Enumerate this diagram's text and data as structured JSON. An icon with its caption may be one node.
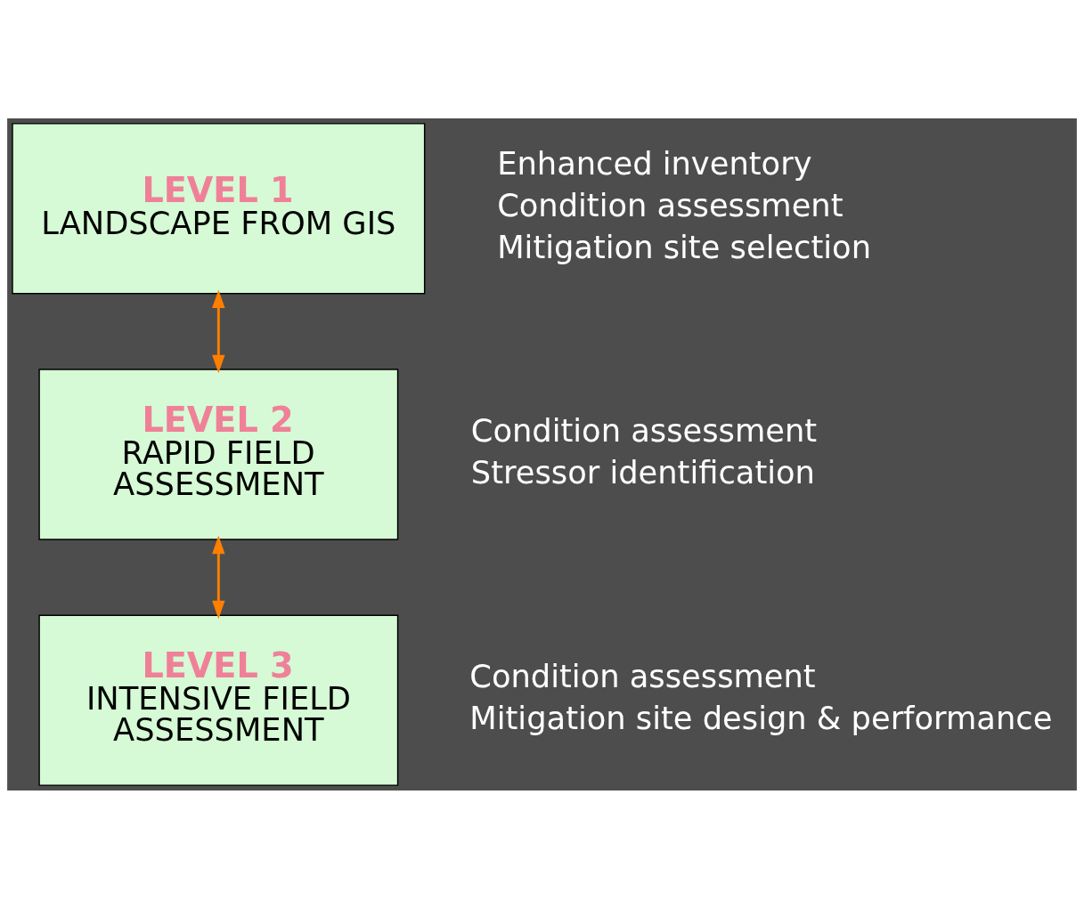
{
  "diagram": {
    "nodes": [
      {
        "text": [
          "LEVEL 1",
          "LANDSCAPE FROM GIS"
        ],
        "beside": [
          "Enhanced inventory",
          "Condition assessment",
          "Mitigation site selection"
        ]
      },
      {
        "text": [
          "LEVEL 2",
          "RAPID FIELD ASSESSMENT"
        ],
        "beside": [
          "Condition assessment",
          "Stressor identification"
        ]
      },
      {
        "text": [
          "LEVEL 3",
          "INTENSIVE FIELD ASSESSMENT"
        ],
        "beside": [
          "Condition assessment",
          "Mitigation site design & performance"
        ]
      }
    ],
    "edges": [
      {
        "from": 0,
        "to": 1,
        "arrow": "both"
      },
      {
        "from": 1,
        "to": 2,
        "arrow": "both"
      }
    ]
  }
}
